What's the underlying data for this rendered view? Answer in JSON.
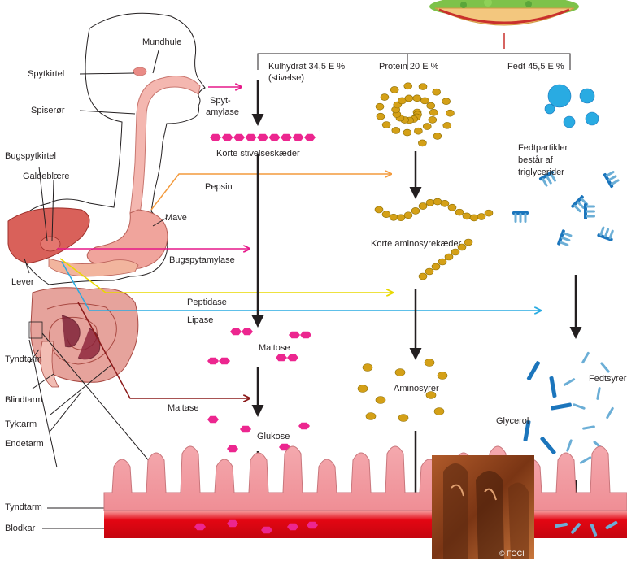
{
  "anatomy": {
    "mouth": "Mundhule",
    "salivary_gland": "Spytkirtel",
    "esophagus": "Spiserør",
    "pancreas": "Bugspytkirtel",
    "gallbladder": "Galdeblære",
    "liver": "Lever",
    "stomach": "Mave",
    "small_intestine": "Tyndtarm",
    "cecum": "Blindtarm",
    "large_intestine": "Tyktarm",
    "rectum": "Endetarm"
  },
  "columns": {
    "carbohydrate": "Kulhydrat 34,5 E %",
    "carbohydrate_sub": "(stivelse)",
    "protein": "Protein 20 E %",
    "fat": "Fedt 45,5 E %"
  },
  "enzymes": {
    "saliva_amylase_line1": "Spyt-",
    "saliva_amylase_line2": "amylase",
    "pepsin": "Pepsin",
    "pancreatic_amylase": "Bugspytamylase",
    "peptidase": "Peptidase",
    "lipase": "Lipase",
    "maltase": "Maltase"
  },
  "products": {
    "short_starch_chains": "Korte stivelseskæder",
    "short_amino_chains": "Korte aminosyrekæder",
    "fat_particles": "Fedtpartikler består af triglycerider",
    "maltose": "Maltose",
    "glucose": "Glukose",
    "amino_acids": "Aminosyrer",
    "fatty_acids": "Fedtsyrer",
    "glycerol": "Glycerol"
  },
  "bottom": {
    "small_intestine": "Tyndtarm",
    "blood_vessel": "Blodkar",
    "credit": "© FOCI"
  },
  "colors": {
    "saliva_amylase": "#e6198a",
    "pepsin": "#f39a3c",
    "pancreatic_amylase": "#e6198a",
    "peptidase": "#fff200",
    "lipase": "#29abe2",
    "maltase": "#8b1a1a",
    "glucose": "#ec268f",
    "amino": "#d4a017",
    "fat": "#1b75bc",
    "organ": "#f4b7b0",
    "blood": "#e30613"
  }
}
